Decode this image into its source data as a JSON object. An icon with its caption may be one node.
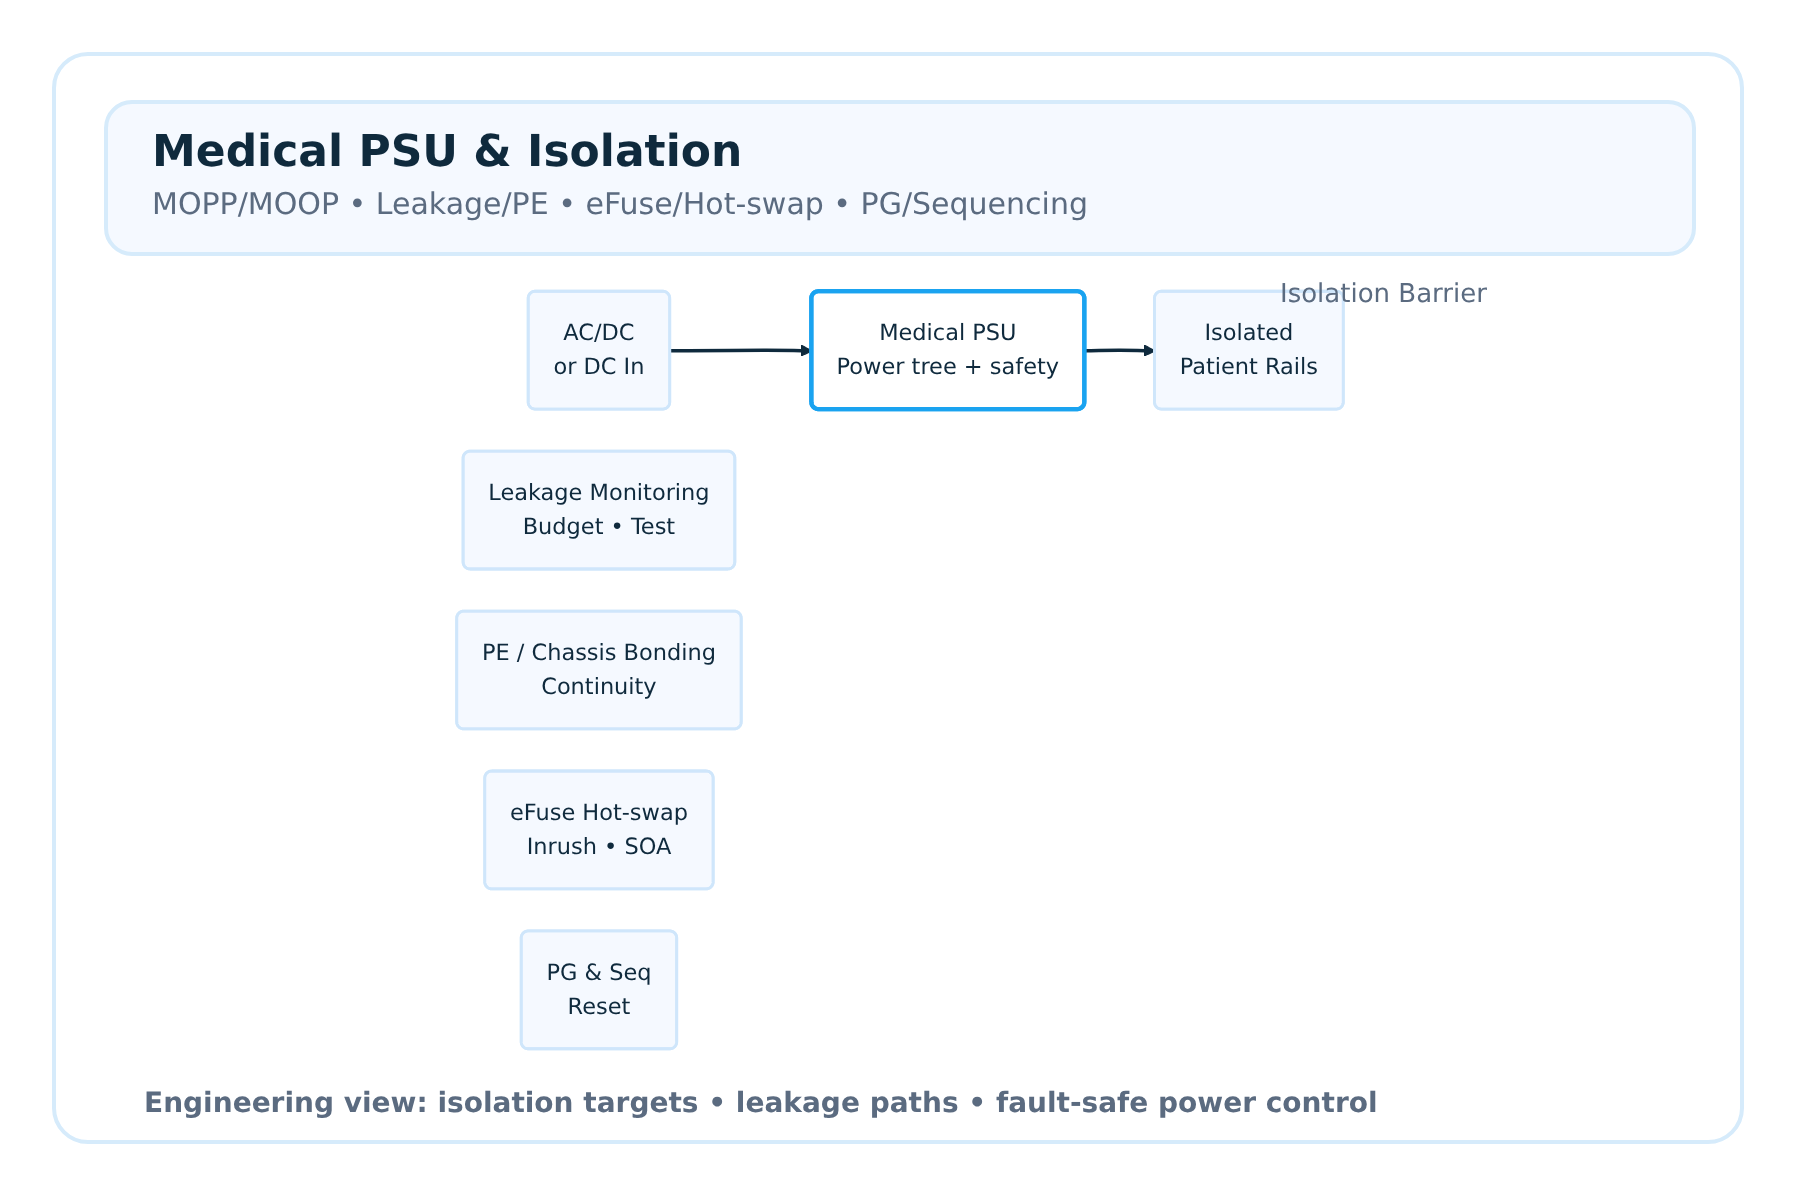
{
  "diagram": {
    "title": "Medical PSU & Isolation",
    "caption": "Engineering view: isolation targets • leakage paths • fault-safe power control",
    "nodes": [
      {
        "text": [
          "AC/DC",
          "or DC In"
        ]
      },
      {
        "text": [
          "Medical PSU",
          "Power tree + safety"
        ]
      },
      {
        "text": [
          "Isolated",
          "Patient Rails"
        ]
      },
      {
        "text": [
          "Leakage Monitoring",
          "Budget • Test"
        ]
      },
      {
        "text": [
          "PE / Chassis Bonding",
          "Continuity"
        ]
      },
      {
        "text": [
          "eFuse Hot-swap",
          "Inrush • SOA"
        ]
      },
      {
        "text": [
          "PG & Seq",
          "Reset"
        ]
      }
    ],
    "edges": [
      {
        "from": 0,
        "to": 1,
        "arrow": "to"
      },
      {
        "from": 1,
        "to": 2,
        "arrow": "to"
      }
    ],
    "labels": [
      "MOPP/MOOP • Leakage/PE • eFuse/Hot-swap • PG/Sequencing",
      "Isolation Barrier"
    ]
  }
}
